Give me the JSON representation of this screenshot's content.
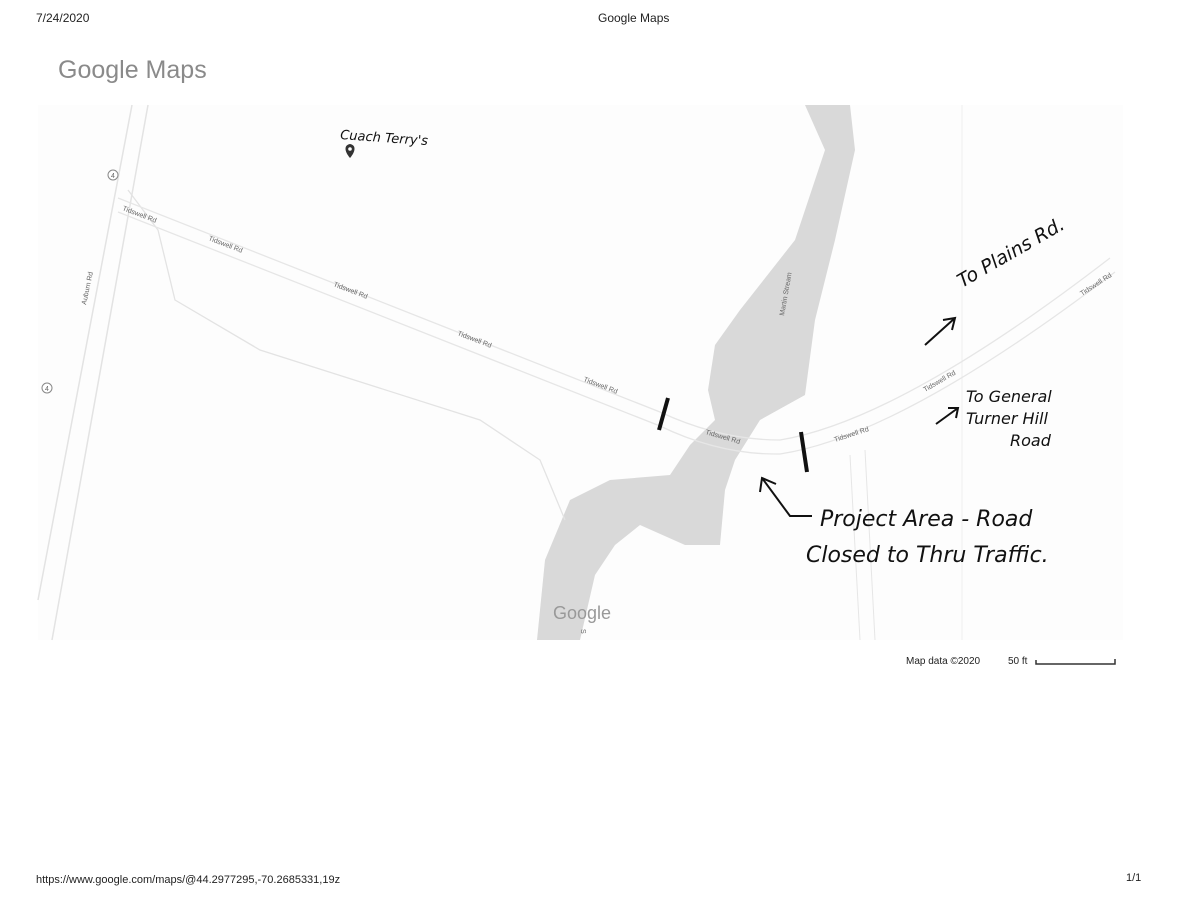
{
  "header": {
    "date": "7/24/2020",
    "title": "Google Maps"
  },
  "logo": "Google Maps",
  "map": {
    "road_labels": {
      "tidswell": "Tidswell Rd",
      "auburn": "Auburn Rd",
      "route_shield": "4",
      "stream": "Martin Stream",
      "partial_label": "S"
    },
    "watermark": "Google",
    "attribution": "Map data ©2020",
    "scale_label": "50 ft",
    "annotations": {
      "place": "Cuach Terry's",
      "to_plains": "To Plains Rd.",
      "to_general_1": "To General",
      "to_general_2": "Turner Hill",
      "to_general_3": "Road",
      "project_1": "Project Area - Road",
      "project_2": "Closed to Thru Traffic."
    }
  },
  "footer": {
    "url": "https://www.google.com/maps/@44.2977295,-70.2685331,19z",
    "page": "1/1"
  }
}
